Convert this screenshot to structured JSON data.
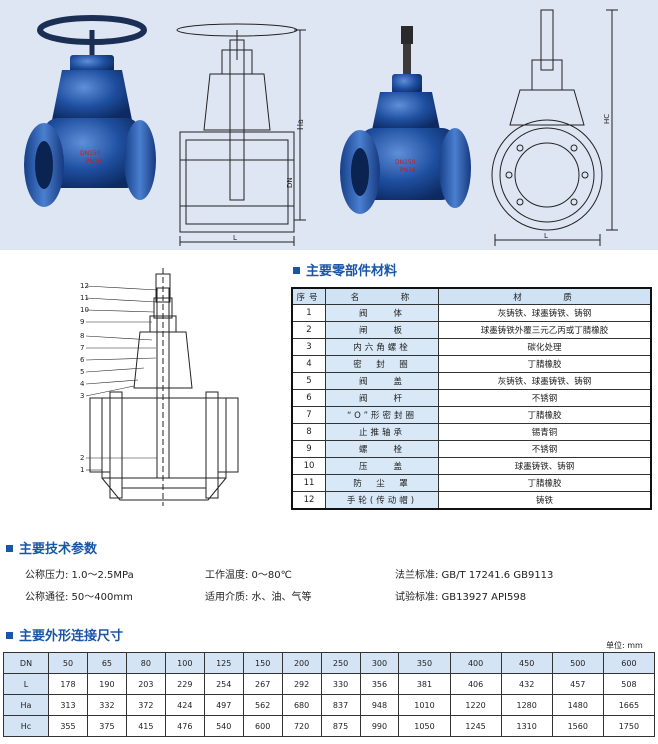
{
  "sections": {
    "parts_title": "主要零部件材料",
    "tech_title": "主要技术参数",
    "dims_title": "主要外形连接尺寸"
  },
  "drawing_labels": {
    "ha": "Ha",
    "dn": "DN",
    "l1": "L",
    "hc": "HC",
    "l2": "L"
  },
  "valve_marking": "DN150\nPN16",
  "callouts": [
    "12",
    "11",
    "10",
    "9",
    "8",
    "7",
    "6",
    "5",
    "4",
    "3",
    "2",
    "1"
  ],
  "parts_table": {
    "headers": [
      "序号",
      "名　　　称",
      "材　　　质"
    ],
    "rows": [
      {
        "no": "1",
        "name": "阀　　体",
        "material": "灰铸铁、球墨铸铁、铸钢"
      },
      {
        "no": "2",
        "name": "闸　　板",
        "material": "球墨铸铁外覆三元乙丙或丁腈橡胶"
      },
      {
        "no": "3",
        "name": "内六角螺栓",
        "material": "碳化处理"
      },
      {
        "no": "4",
        "name": "密　封　圈",
        "material": "丁腈橡胶"
      },
      {
        "no": "5",
        "name": "阀　　盖",
        "material": "灰铸铁、球墨铸铁、铸钢"
      },
      {
        "no": "6",
        "name": "阀　　杆",
        "material": "不锈钢"
      },
      {
        "no": "7",
        "name": "“O”形密封圈",
        "material": "丁腈橡胶"
      },
      {
        "no": "8",
        "name": "止推轴承",
        "material": "锡青铜"
      },
      {
        "no": "9",
        "name": "螺　　栓",
        "material": "不锈钢"
      },
      {
        "no": "10",
        "name": "压　　盖",
        "material": "球墨铸铁、铸钢"
      },
      {
        "no": "11",
        "name": "防　尘　罩",
        "material": "丁腈橡胶"
      },
      {
        "no": "12",
        "name": "手轮(传动帽)",
        "material": "铸铁"
      }
    ]
  },
  "specs": {
    "pressure": "公称压力: 1.0～2.5MPa",
    "temperature": "工作温度: 0～80℃",
    "flange": "法兰标准: GB/T 17241.6  GB9113",
    "diameter": "公称通径: 50～400mm",
    "medium": "适用介质: 水、油、气等",
    "test": "试验标准: GB13927  API598"
  },
  "dims_table": {
    "unit": "单位: mm",
    "rows": [
      {
        "label": "DN",
        "values": [
          "50",
          "65",
          "80",
          "100",
          "125",
          "150",
          "200",
          "250",
          "300",
          "350",
          "400",
          "450",
          "500",
          "600"
        ]
      },
      {
        "label": "L",
        "values": [
          "178",
          "190",
          "203",
          "229",
          "254",
          "267",
          "292",
          "330",
          "356",
          "381",
          "406",
          "432",
          "457",
          "508"
        ]
      },
      {
        "label": "Ha",
        "values": [
          "313",
          "332",
          "372",
          "424",
          "497",
          "562",
          "680",
          "837",
          "948",
          "1010",
          "1220",
          "1280",
          "1480",
          "1665"
        ]
      },
      {
        "label": "Hc",
        "values": [
          "355",
          "375",
          "415",
          "476",
          "540",
          "600",
          "720",
          "875",
          "990",
          "1050",
          "1245",
          "1310",
          "1560",
          "1750"
        ]
      }
    ]
  },
  "colors": {
    "accent": "#1a56a8",
    "banner_bg": "#dfe6f3",
    "header_cell": "#d5e4f4",
    "valve_blue": "#1f4fa0",
    "valve_red": "#b02020"
  }
}
